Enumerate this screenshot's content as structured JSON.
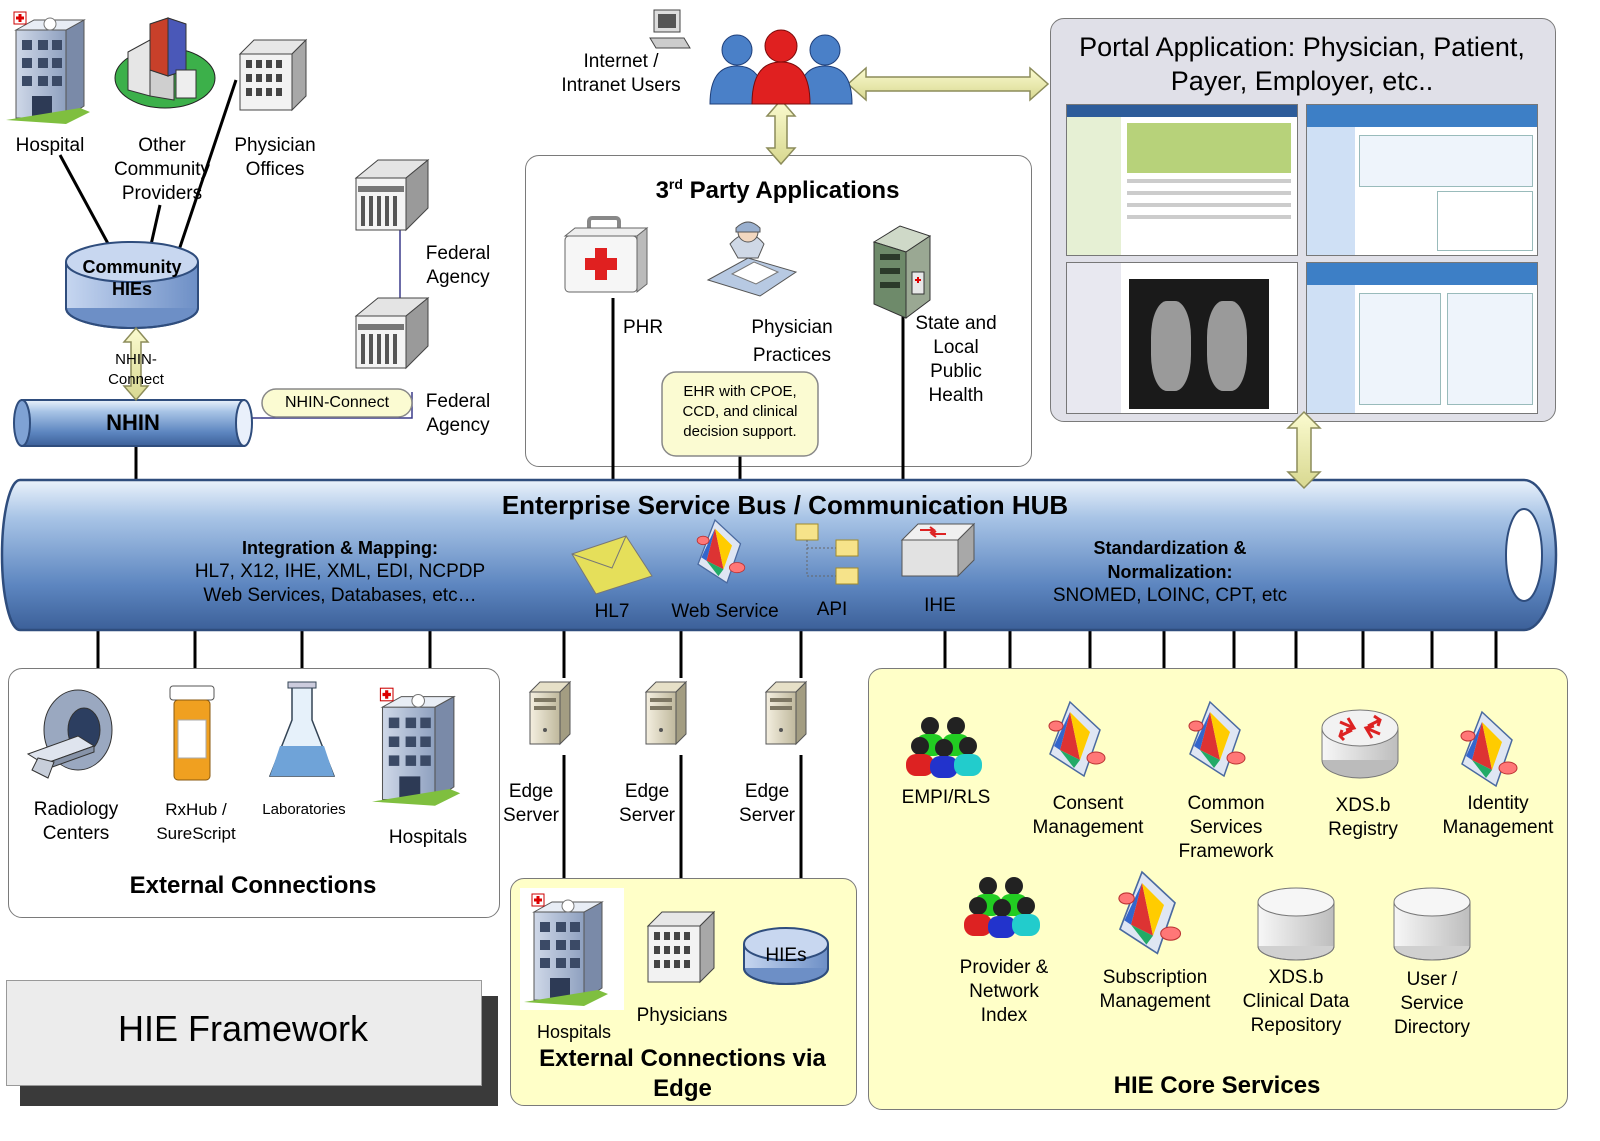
{
  "framework_label": "HIE Framework",
  "community": {
    "hospital": "Hospital",
    "other_providers": "Other\nCommunity\nProviders",
    "physician_offices": "Physician\nOffices",
    "community_hies": "Community\nHIEs",
    "nhin_connect_vertical": "NHIN-\nConnect",
    "nhin": "NHIN",
    "nhin_connect_pipe": "NHIN-Connect",
    "federal_agency_1": "Federal\nAgency",
    "federal_agency_2": "Federal\nAgency"
  },
  "users": {
    "label": "Internet /\nIntranet Users"
  },
  "third_party": {
    "title_prefix": "3",
    "title_sup": "rd",
    "title_rest": " Party Applications",
    "phr": "PHR",
    "physician_practices": "Physician\nPractices",
    "ehr_note": "EHR with CPOE,\nCCD, and clinical\ndecision support.",
    "public_health": "State and\nLocal\nPublic\nHealth"
  },
  "portal": {
    "title": "Portal Application: Physician, Patient,\nPayer, Employer, etc.."
  },
  "esb": {
    "title": "Enterprise Service Bus / Communication HUB",
    "integration_title": "Integration & Mapping:",
    "integration_text": "HL7, X12, IHE, XML, EDI, NCPDP\nWeb Services, Databases, etc…",
    "hl7": "HL7",
    "web_service": "Web Service",
    "api": "API",
    "ihe": "IHE",
    "standardization_title": "Standardization &\nNormalization:",
    "standardization_text": "SNOMED, LOINC, CPT, etc"
  },
  "external": {
    "title": "External Connections",
    "radiology": "Radiology\nCenters",
    "rxhub": "RxHub /\nSureScript",
    "laboratories": "Laboratories",
    "hospitals": "Hospitals"
  },
  "edge": {
    "server_1": "Edge\nServer",
    "server_2": "Edge\nServer",
    "server_3": "Edge\nServer",
    "title": "External Connections via\nEdge",
    "hospitals": "Hospitals",
    "physicians": "Physicians",
    "hies": "HIEs"
  },
  "core": {
    "title": "HIE Core Services",
    "empi": "EMPI/RLS",
    "consent": "Consent\nManagement",
    "common_services": "Common\nServices\nFramework",
    "xds_registry": "XDS.b\nRegistry",
    "identity": "Identity\nManagement",
    "provider_index": "Provider &\nNetwork\nIndex",
    "subscription": "Subscription\nManagement",
    "xds_repository": "XDS.b\nClinical Data\nRepository",
    "user_directory": "User /\nService\nDirectory"
  }
}
